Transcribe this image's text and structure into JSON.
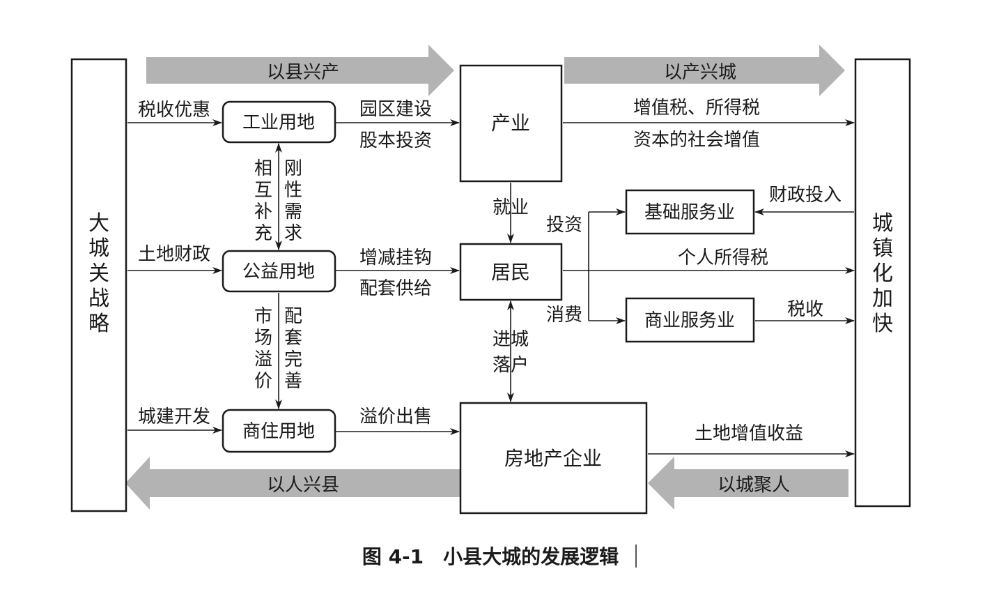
{
  "left_column": "大城关战略",
  "right_column": "城镇化加快",
  "banners": {
    "county_industry": "以县兴产",
    "industry_city": "以产兴城",
    "people_county": "以人兴县",
    "city_people": "以城聚人"
  },
  "boxes": {
    "industrial_land": "工业用地",
    "public_land": "公益用地",
    "commercial_land": "商住用地",
    "industry": "产业",
    "residents": "居民",
    "real_estate": "房地产企业",
    "basic_services": "基础服务业",
    "commercial_services": "商业服务业"
  },
  "labels": {
    "tax_incentive": "税收优惠",
    "land_finance": "土地财政",
    "urban_development": "城建开发",
    "park_construction": "园区建设",
    "equity_investment": "股本投资",
    "increase_decrease_link": "增减挂钩",
    "supporting_supply": "配套供给",
    "premium_sale": "溢价出售",
    "vat_income_tax": "增值税、所得税",
    "capital_appreciation": "资本的社会增值",
    "fiscal_input": "财政投入",
    "personal_income_tax": "个人所得税",
    "tax": "税收",
    "land_value_income": "土地增值收益",
    "investment": "投资",
    "consumption": "消费",
    "employment": "就业",
    "urban_settlement": [
      "进城",
      "落户"
    ],
    "mutual_complement": "相互补充",
    "rigid_demand": "刚性需求",
    "market_premium": "市场溢价",
    "supporting_completion": "配套完善"
  },
  "caption": "图 4-1　小县大城的发展逻辑"
}
